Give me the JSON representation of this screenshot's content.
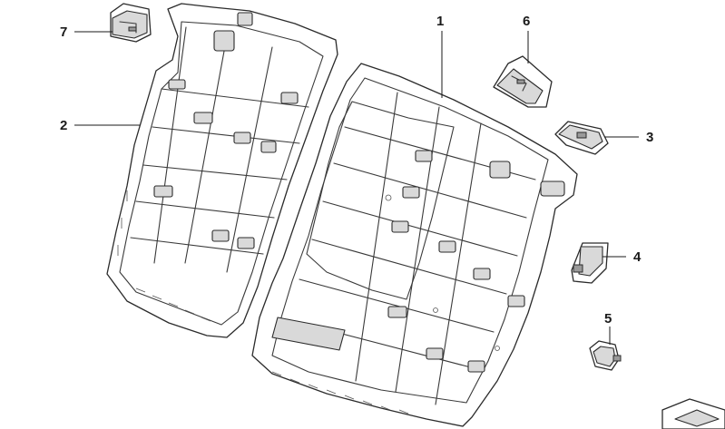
{
  "diagram": {
    "callouts": [
      {
        "id": "part-1",
        "label": "1"
      },
      {
        "id": "part-2",
        "label": "2"
      },
      {
        "id": "part-3",
        "label": "3"
      },
      {
        "id": "part-4",
        "label": "4"
      },
      {
        "id": "part-5",
        "label": "5"
      },
      {
        "id": "part-6",
        "label": "6"
      },
      {
        "id": "part-7",
        "label": "7"
      }
    ]
  }
}
